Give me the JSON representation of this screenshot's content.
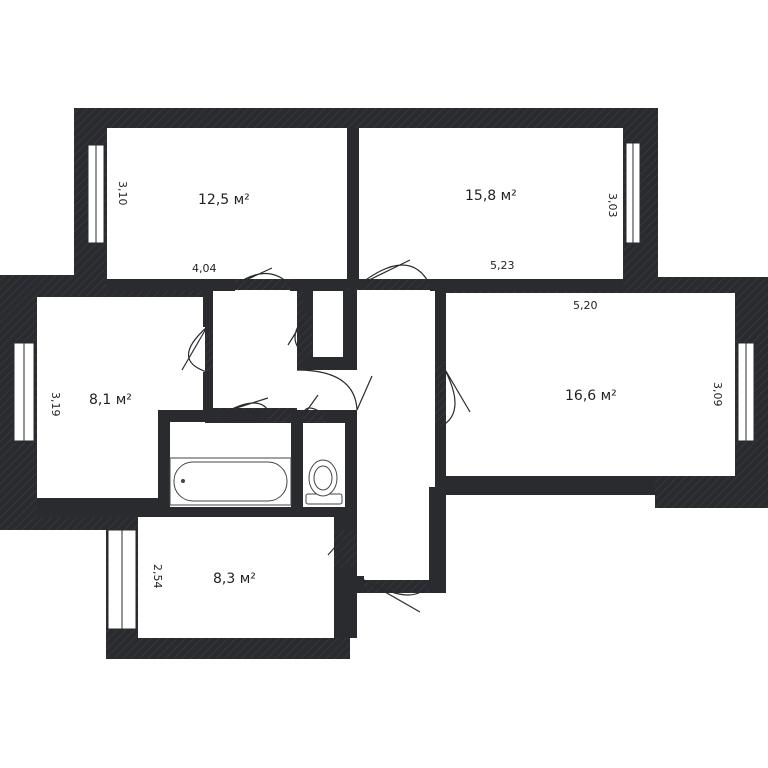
{
  "floor_plan": {
    "colors": {
      "wall": "#2a2b2f",
      "floor": "#ffffff",
      "fixture_stroke": "#44464b",
      "text": "#1f2126"
    },
    "rooms": [
      {
        "id": "room-top-left",
        "area_label": "12,5 м²"
      },
      {
        "id": "room-top-right",
        "area_label": "15,8 м²"
      },
      {
        "id": "room-left",
        "area_label": "8,1 м²"
      },
      {
        "id": "room-right",
        "area_label": "16,6 м²"
      },
      {
        "id": "room-bottom-left",
        "area_label": "8,3 м²"
      }
    ],
    "dimensions": {
      "top_left_height": "3,10",
      "top_left_width": "4,04",
      "top_right_height": "3,03",
      "top_right_width": "5,23",
      "right_width": "5,20",
      "right_height": "3,09",
      "left_height": "3,19",
      "bottom_left_height": "2,54"
    },
    "fixtures": [
      "bathtub-icon",
      "toilet-icon"
    ]
  }
}
